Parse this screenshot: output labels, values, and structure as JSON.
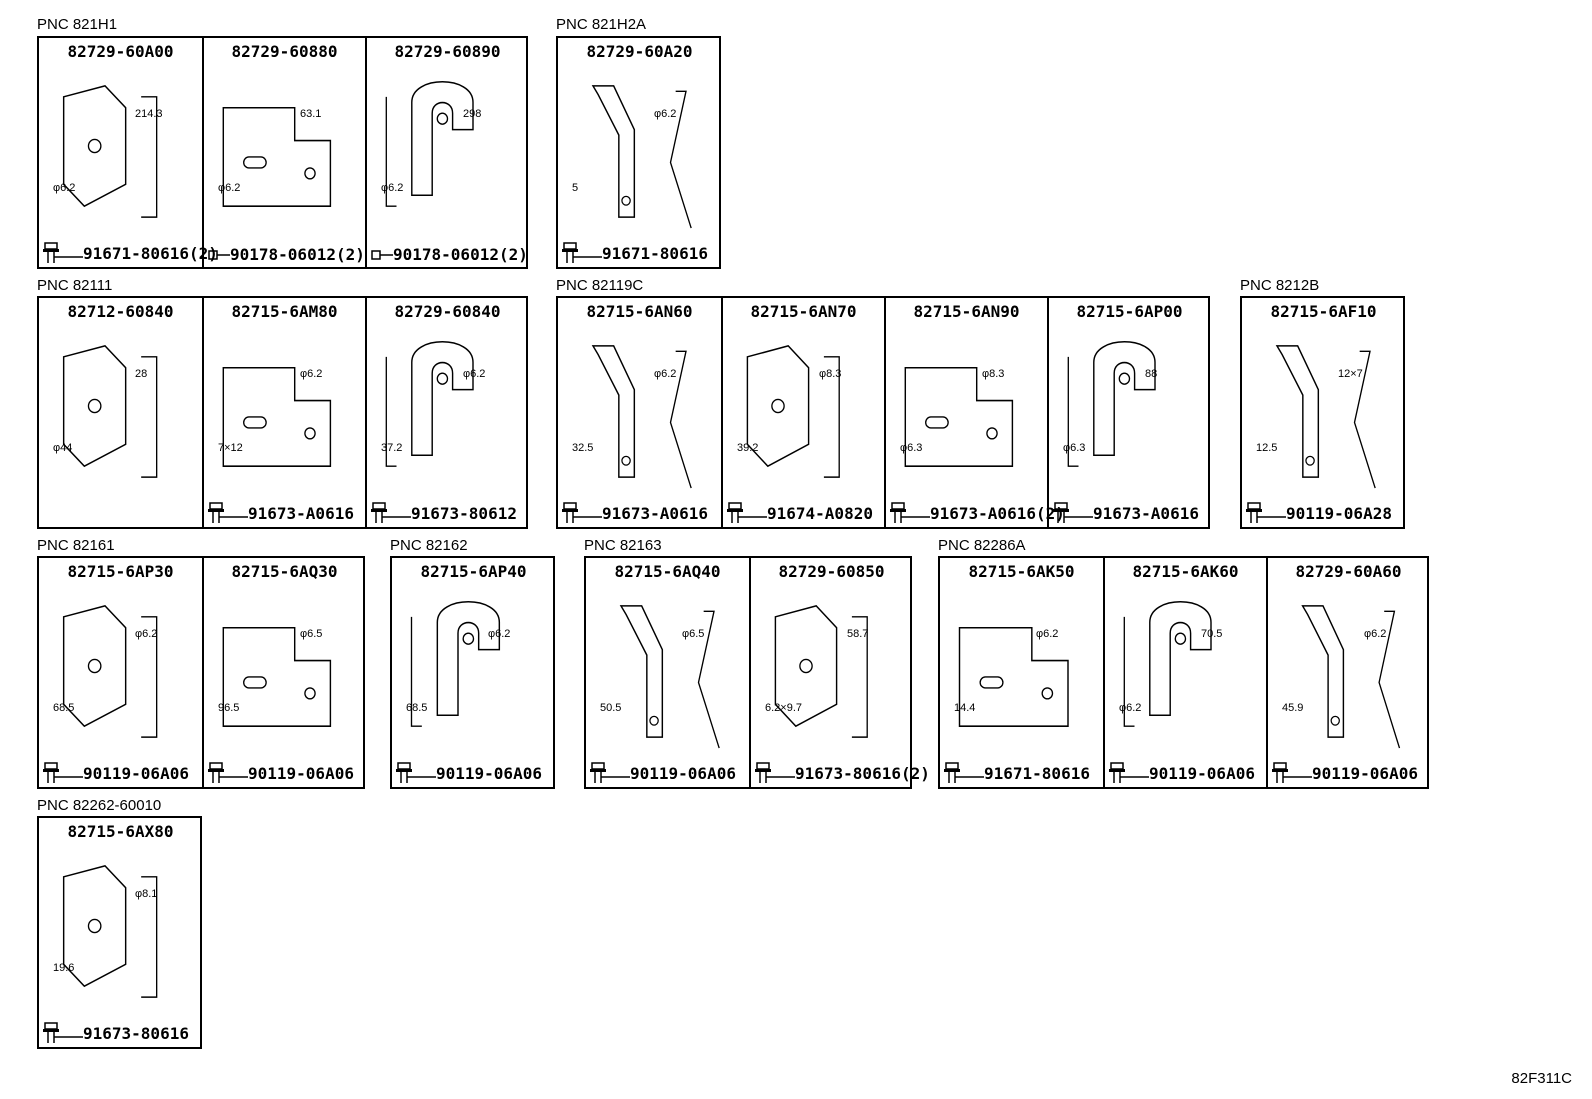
{
  "groups": [
    {
      "label": "PNC 821H1",
      "parts": [
        {
          "number": "82729-60A00",
          "bolt": "91671-80616(2)",
          "bolt_type": "flange-bolt",
          "dims": [
            "214.3",
            "φ6.2"
          ]
        },
        {
          "number": "82729-60880",
          "bolt": "90178-06012(2)",
          "bolt_type": "clip-nut",
          "dims": [
            "63.1",
            "φ6.2"
          ]
        },
        {
          "number": "82729-60890",
          "bolt": "90178-06012(2)",
          "bolt_type": "clip-nut",
          "dims": [
            "298",
            "φ6.2"
          ]
        }
      ]
    },
    {
      "label": "PNC 821H2A",
      "parts": [
        {
          "number": "82729-60A20",
          "bolt": "91671-80616",
          "bolt_type": "flange-bolt",
          "dims": [
            "φ6.2",
            "5"
          ]
        }
      ]
    },
    {
      "label": "PNC 82111",
      "parts": [
        {
          "number": "82712-60840",
          "bolt": "",
          "bolt_type": "",
          "dims": [
            "28",
            "φ44"
          ]
        },
        {
          "number": "82715-6AM80",
          "bolt": "91673-A0616",
          "bolt_type": "flange-bolt",
          "dims": [
            "φ6.2",
            "7×12"
          ]
        },
        {
          "number": "82729-60840",
          "bolt": "91673-80612",
          "bolt_type": "flange-bolt",
          "dims": [
            "φ6.2",
            "37.2"
          ]
        }
      ]
    },
    {
      "label": "PNC 82119C",
      "parts": [
        {
          "number": "82715-6AN60",
          "bolt": "91673-A0616",
          "bolt_type": "flange-bolt",
          "dims": [
            "φ6.2",
            "32.5"
          ]
        },
        {
          "number": "82715-6AN70",
          "bolt": "91674-A0820",
          "bolt_type": "flange-bolt",
          "dims": [
            "φ8.3",
            "39.2"
          ]
        },
        {
          "number": "82715-6AN90",
          "bolt": "91673-A0616(2)",
          "bolt_type": "flange-bolt",
          "dims": [
            "φ8.3",
            "φ6.3"
          ]
        },
        {
          "number": "82715-6AP00",
          "bolt": "91673-A0616",
          "bolt_type": "flange-bolt",
          "dims": [
            "88",
            "φ6.3"
          ]
        }
      ]
    },
    {
      "label": "PNC 8212B",
      "parts": [
        {
          "number": "82715-6AF10",
          "bolt": "90119-06A28",
          "bolt_type": "flange-bolt",
          "dims": [
            "12×7",
            "12.5"
          ]
        }
      ]
    },
    {
      "label": "PNC 82161",
      "parts": [
        {
          "number": "82715-6AP30",
          "bolt": "90119-06A06",
          "bolt_type": "flange-bolt",
          "dims": [
            "φ6.2",
            "68.5"
          ]
        },
        {
          "number": "82715-6AQ30",
          "bolt": "90119-06A06",
          "bolt_type": "flange-bolt",
          "dims": [
            "φ6.5",
            "96.5"
          ]
        }
      ]
    },
    {
      "label": "PNC 82162",
      "parts": [
        {
          "number": "82715-6AP40",
          "bolt": "90119-06A06",
          "bolt_type": "flange-bolt",
          "dims": [
            "φ6.2",
            "68.5"
          ]
        }
      ]
    },
    {
      "label": "PNC 82163",
      "parts": [
        {
          "number": "82715-6AQ40",
          "bolt": "90119-06A06",
          "bolt_type": "flange-bolt",
          "dims": [
            "φ6.5",
            "50.5"
          ]
        },
        {
          "number": "82729-60850",
          "bolt": "91673-80616(2)",
          "bolt_type": "flange-bolt",
          "dims": [
            "58.7",
            "6.2×9.7"
          ]
        }
      ]
    },
    {
      "label": "PNC 82286A",
      "parts": [
        {
          "number": "82715-6AK50",
          "bolt": "91671-80616",
          "bolt_type": "flange-bolt",
          "dims": [
            "φ6.2",
            "14.4"
          ]
        },
        {
          "number": "82715-6AK60",
          "bolt": "90119-06A06",
          "bolt_type": "flange-bolt",
          "dims": [
            "70.5",
            "φ6.2"
          ]
        },
        {
          "number": "82729-60A60",
          "bolt": "90119-06A06",
          "bolt_type": "flange-bolt",
          "dims": [
            "φ6.2",
            "45.9"
          ]
        }
      ]
    },
    {
      "label": "PNC 82262-60010",
      "parts": [
        {
          "number": "82715-6AX80",
          "bolt": "91673-80616",
          "bolt_type": "flange-bolt",
          "dims": [
            "φ8.1",
            "19.6"
          ]
        }
      ]
    }
  ],
  "diagram_code": "82F311C"
}
